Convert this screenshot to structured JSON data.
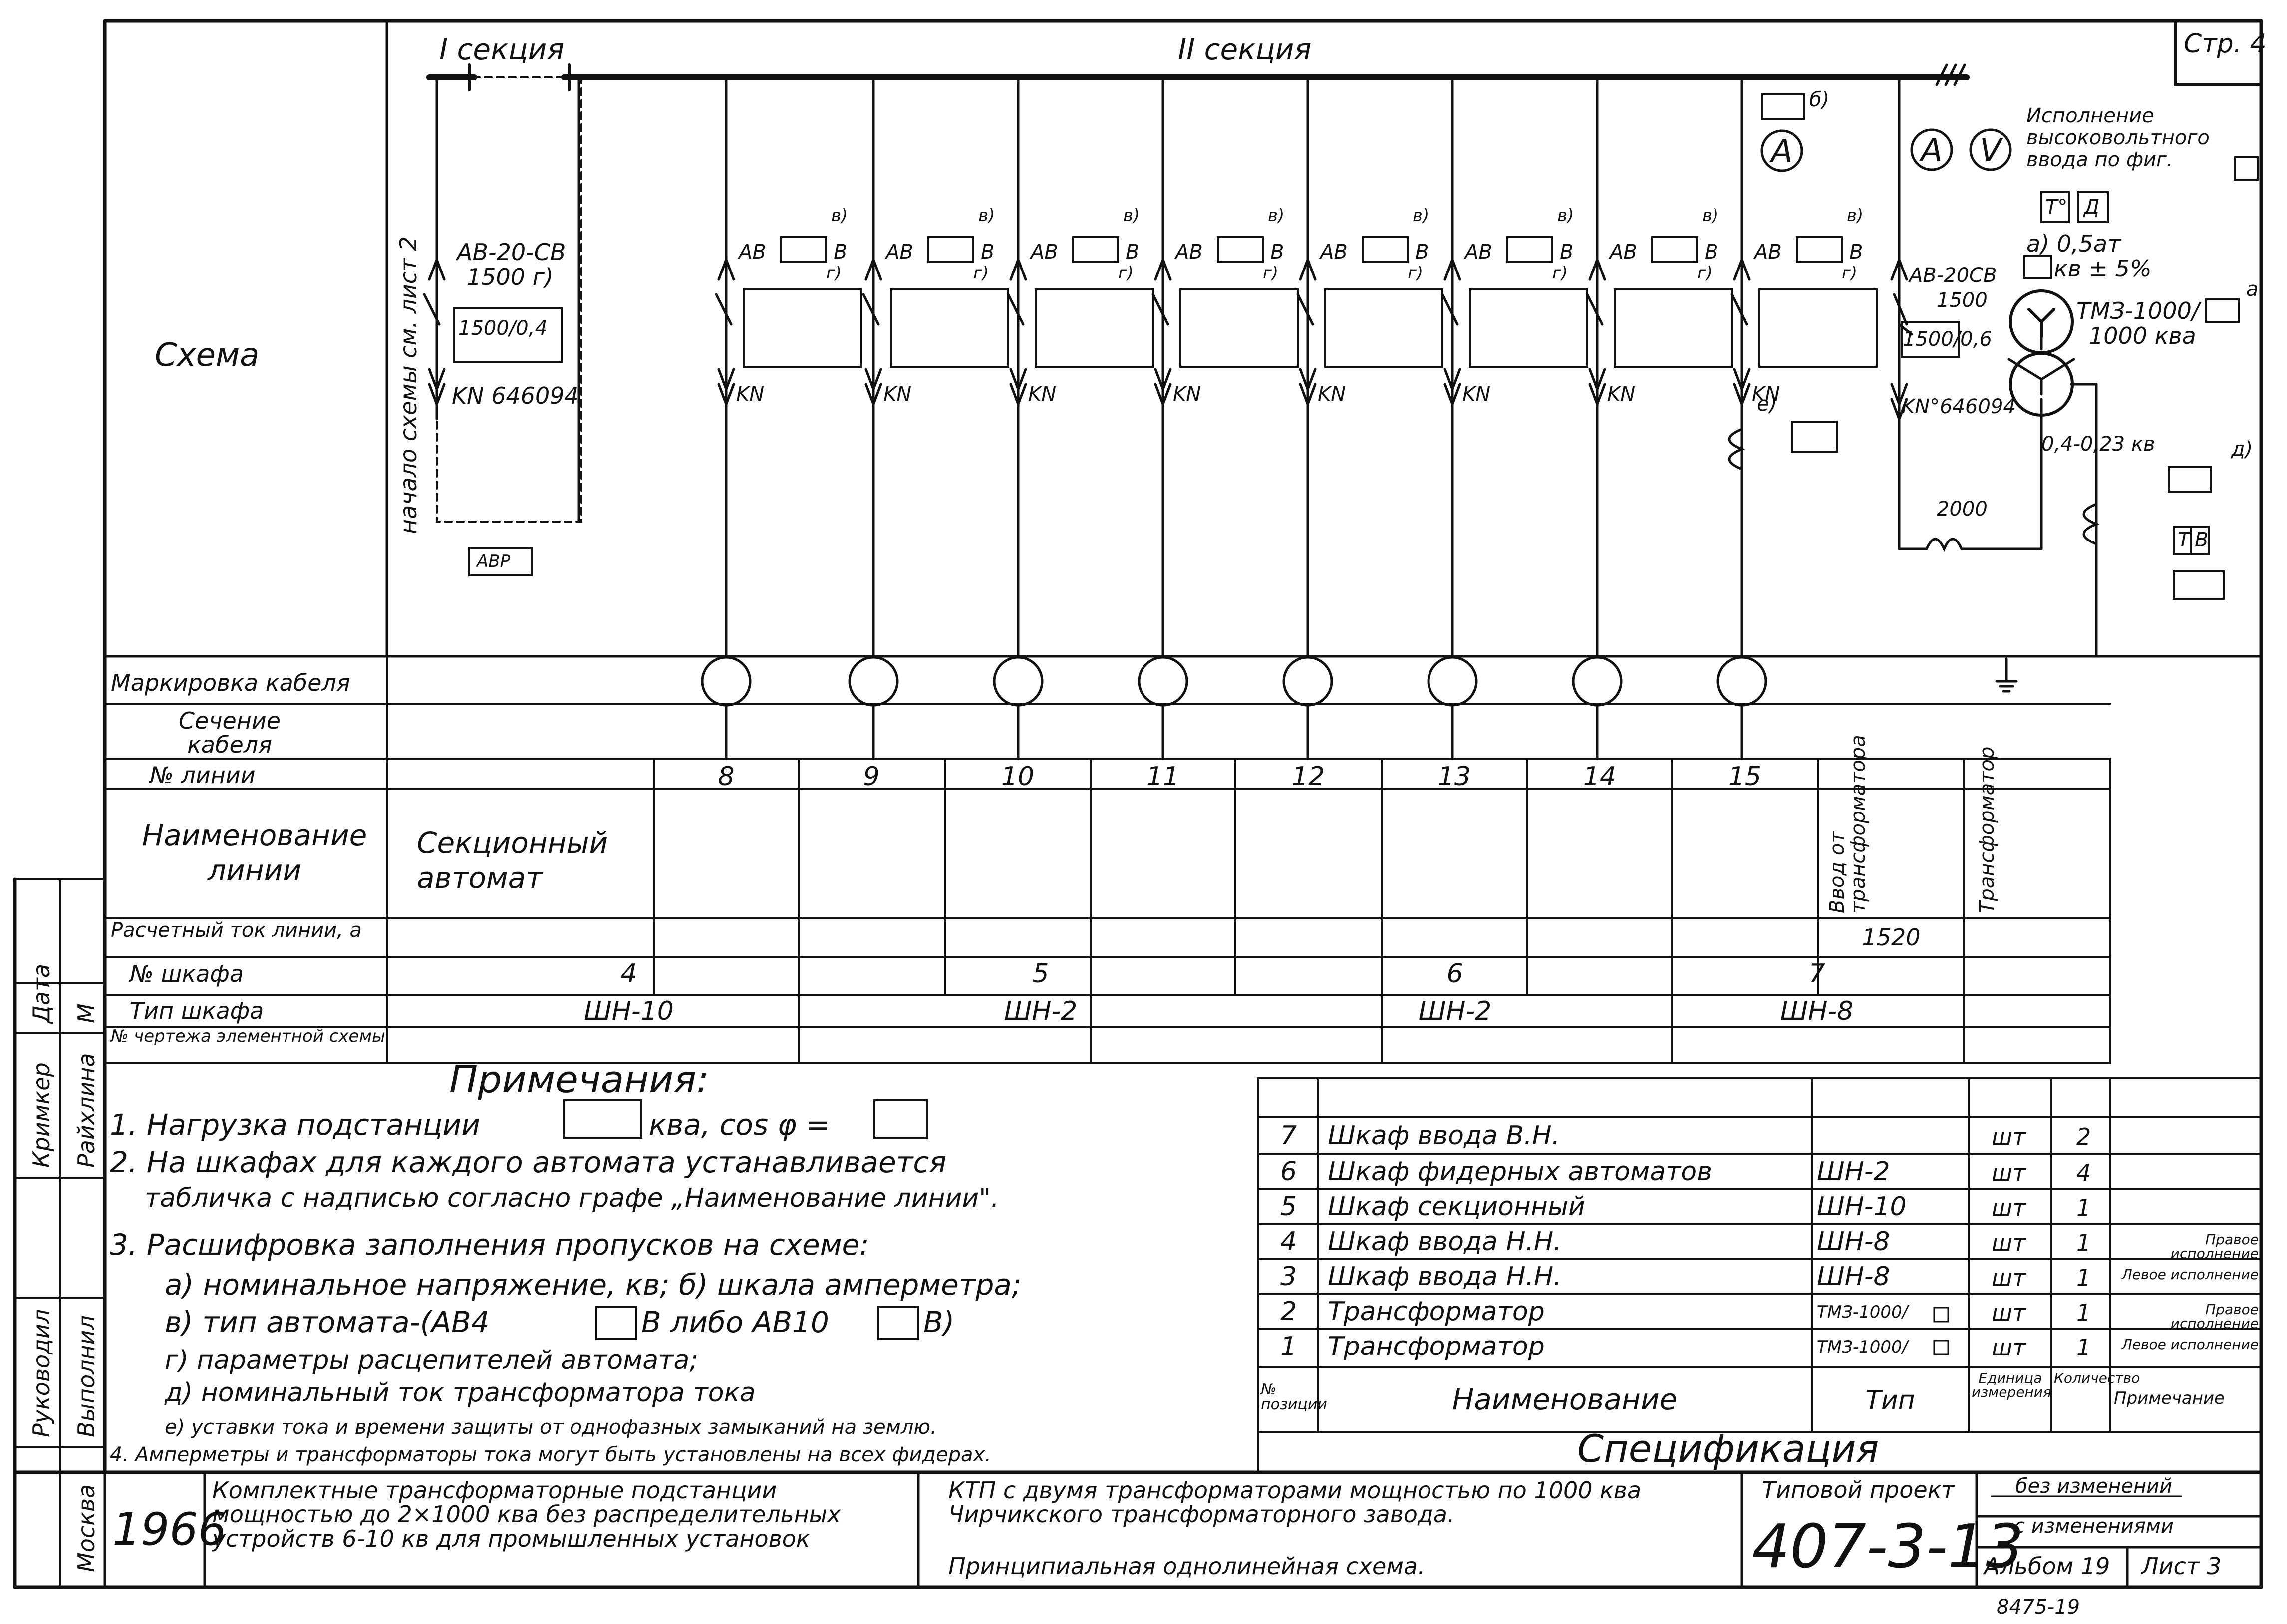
{
  "sheet": {
    "page": "Стр. 4",
    "title_block": {
      "year": "1966",
      "description": "Комплектные трансформаторные подстанции мощностью до 2×1000 ква без распределительных устройств 6-10 кв для промышленных установок",
      "subject": "КТП с двумя трансформаторами мощностью по 1000 ква Чирчикского трансформаторного завода.",
      "drawing_title": "Принципиальная однолинейная схема.",
      "project_label": "Типовой проект",
      "project_number": "407-3-13",
      "rev1": "без изменений",
      "rev2": "с изменениями",
      "album": "Альбом 19",
      "sheet_no": "Лист 3",
      "footnote": "8475-19"
    },
    "side_strip": {
      "moscow": "Москва",
      "headers": [
        "Выполнил",
        "Руководил"
      ],
      "names": [
        "Райхлина",
        "Кримкер"
      ],
      "date": "Дата",
      "n": "М"
    }
  },
  "schema": {
    "row_label": "Схема",
    "section1": "I секция",
    "section2": "II секция",
    "side_note": "начало схемы см. лист 2",
    "avr": "АВР",
    "sect_breaker": {
      "type": "АВ-20-СВ",
      "rating": "1500  г)",
      "ct": "1500/0,4",
      "kn": "KN 646094"
    },
    "feeder": {
      "ab": "АВ",
      "b": "В",
      "kn": "KN",
      "mark_v": "в)",
      "mark_g": "г)"
    },
    "feeders": [
      "8",
      "9",
      "10",
      "11",
      "12",
      "13",
      "14",
      "15"
    ],
    "mark_b": "б)",
    "mark_e": "е)",
    "ammeter": "A",
    "voltmeter": "V",
    "input": {
      "note": "Исполнение высоковольтного ввода по фиг.",
      "t_box": "Т°",
      "d_box": "Д",
      "voltage_a": "а) 0,5ат",
      "kv": "кв ± 5%",
      "breaker": "АВ-20СВ",
      "rating": "1500",
      "ct": "1500/0,6",
      "kn": "KN°646094",
      "trans": "ТМЗ-1000/",
      "trans_mark": "а",
      "power": "1000 ква",
      "secondary": "0,4-0,23 кв",
      "mark_d": "д)",
      "ct2": "2000",
      "tv": "Т",
      "tv2": "В"
    }
  },
  "table": {
    "labels": {
      "marking": "Маркировка кабеля",
      "section": "Сечение кабеля",
      "line_no": "№ линии",
      "line_name": "Наименование линии",
      "current": "Расчетный ток линии, а",
      "cabinet_no": "№ шкафа",
      "cabinet_type": "Тип шкафа",
      "drawing_no": "№ чертежа элементной схемы"
    },
    "sect_name": "Секционный автомат",
    "input_name": "Ввод от трансформатора",
    "trans_name": "Трансформатор",
    "input_current": "1520",
    "cabinets": [
      {
        "no": "4",
        "type": "ШН-10"
      },
      {
        "no": "5",
        "type": "ШН-2"
      },
      {
        "no": "6",
        "type": "ШН-2"
      },
      {
        "no": "7",
        "type": "ШН-8"
      }
    ]
  },
  "notes": {
    "title": "Примечания:",
    "n1a": "1. Нагрузка подстанции",
    "n1b": "ква,  cos φ =",
    "n2a": "2. На шкафах для каждого автомата устанавливается",
    "n2b": "табличка с надписью согласно графе „Наименование линии\".",
    "n3": "3. Расшифровка заполнения пропусков на схеме:",
    "n3a": "а) номинальное напряжение, кв;  б) шкала амперметра;",
    "n3b1": "в) тип автомата-(АВ4",
    "n3b2": "В либо АВ10",
    "n3b3": "В)",
    "n3c": "г) параметры расцепителей автомата;",
    "n3d": "д) номинальный ток трансформатора тока",
    "n3e": "е) уставки тока и времени защиты от однофазных замыканий на землю.",
    "n4": "4. Амперметры и трансформаторы тока могут быть установлены на всех фидерах."
  },
  "spec": {
    "title": "Спецификация",
    "headers": [
      "№ позиции",
      "Наименование",
      "Тип",
      "Единица измерения",
      "Количество",
      "Примечание"
    ],
    "rows": [
      {
        "pos": "7",
        "name": "Шкаф ввода В.Н.",
        "type": "",
        "unit": "шт",
        "qty": "2",
        "note": ""
      },
      {
        "pos": "6",
        "name": "Шкаф фидерных автоматов",
        "type": "ШН-2",
        "unit": "шт",
        "qty": "4",
        "note": ""
      },
      {
        "pos": "5",
        "name": "Шкаф секционный",
        "type": "ШН-10",
        "unit": "шт",
        "qty": "1",
        "note": ""
      },
      {
        "pos": "4",
        "name": "Шкаф ввода Н.Н.",
        "type": "ШН-8",
        "unit": "шт",
        "qty": "1",
        "note": "Правое исполнение"
      },
      {
        "pos": "3",
        "name": "Шкаф ввода Н.Н.",
        "type": "ШН-8",
        "unit": "шт",
        "qty": "1",
        "note": "Левое исполнение"
      },
      {
        "pos": "2",
        "name": "Трансформатор",
        "type": "ТМЗ-1000/",
        "unit": "шт",
        "qty": "1",
        "note": "Правое исполнение"
      },
      {
        "pos": "1",
        "name": "Трансформатор",
        "type": "ТМЗ-1000/",
        "unit": "шт",
        "qty": "1",
        "note": "Левое исполнение"
      }
    ]
  }
}
